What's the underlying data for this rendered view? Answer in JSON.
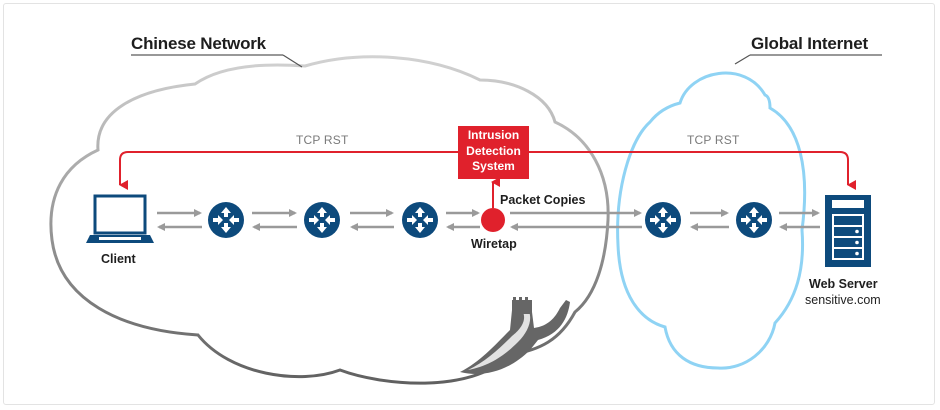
{
  "regions": {
    "chinese_network": "Chinese Network",
    "global_internet": "Global Internet"
  },
  "ids": {
    "line1": "Intrusion",
    "line2": "Detection",
    "line3": "System"
  },
  "signals": {
    "tcp_rst_left": "TCP RST",
    "tcp_rst_right": "TCP RST",
    "packet_copies": "Packet Copies"
  },
  "nodes": {
    "client": "Client",
    "wiretap": "Wiretap",
    "web_server": "Web Server",
    "web_server_domain": "sensitive.com",
    "router_icon": "router-icon"
  },
  "colors": {
    "alert_red": "#e0212c",
    "node_blue": "#0d4a7c",
    "china_cloud_gray": "#8a8a8a",
    "internet_cloud_blue": "#8fd3f4",
    "arrow_gray": "#9a9a9a"
  }
}
